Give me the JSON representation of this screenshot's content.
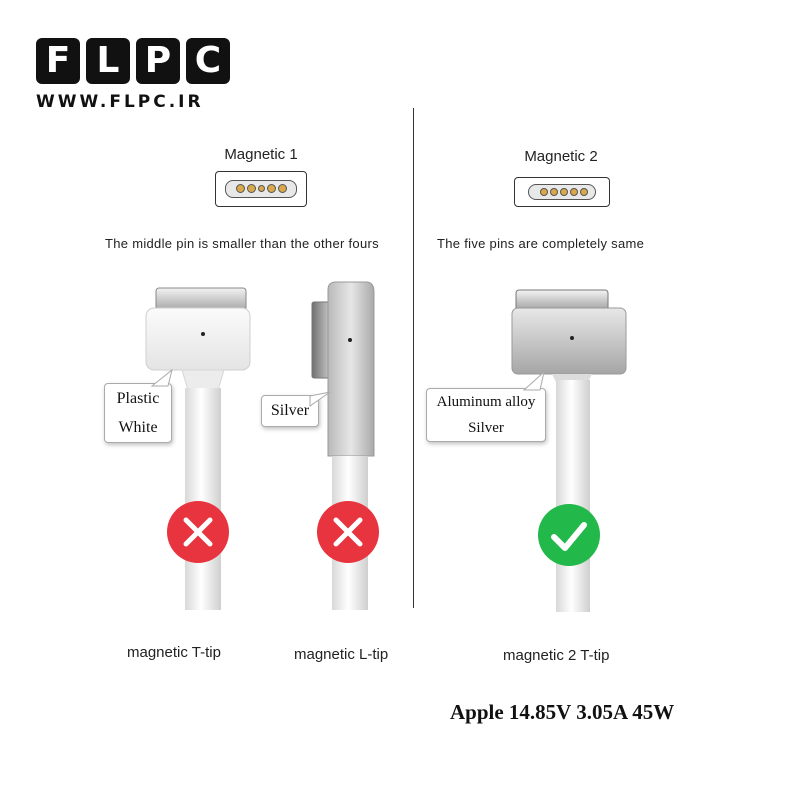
{
  "logo": {
    "letters": [
      "F",
      "L",
      "P",
      "C"
    ],
    "url": "WWW.FLPC.IR"
  },
  "left": {
    "title": "Magnetic 1",
    "description": "The middle pin is smaller than the other fours",
    "items": [
      {
        "label": "magnetic T-tip",
        "callout": [
          "Plastic",
          "White"
        ],
        "verdict": "incompatible"
      },
      {
        "label": "magnetic L-tip",
        "callout": [
          "Silver"
        ],
        "verdict": "incompatible"
      }
    ]
  },
  "right": {
    "title": "Magnetic 2",
    "description": "The five pins are completely same",
    "items": [
      {
        "label": "magnetic 2 T-tip",
        "callout": [
          "Aluminum alloy",
          "Silver"
        ],
        "verdict": "compatible"
      }
    ]
  },
  "spec": "Apple 14.85V 3.05A 45W",
  "colors": {
    "reject": "#e8343f",
    "accept": "#22b84a",
    "logo_bg": "#111111"
  },
  "icons": {
    "reject": "x-icon",
    "accept": "check-icon"
  }
}
